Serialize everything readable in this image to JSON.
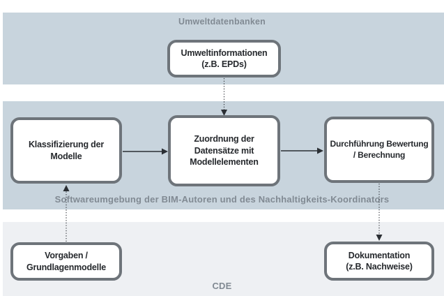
{
  "colors": {
    "band_blue": "#c8d4dd",
    "band_gray": "#eef0f3",
    "box_border": "#6e747a",
    "box_text": "#26292d",
    "band_label": "#818a93",
    "arrow": "#2b2f34"
  },
  "bands": [
    {
      "id": "umweltdatenbanken",
      "label": "Umweltdatenbanken"
    },
    {
      "id": "software",
      "label": "Softwareumgebung der BIM-Autoren und des Nachhaltigkeits-Koordinators"
    },
    {
      "id": "cde",
      "label": "CDE"
    }
  ],
  "boxes": [
    {
      "id": "umweltinformationen",
      "label": "Umweltinformationen\n(z.B. EPDs)"
    },
    {
      "id": "klassifizierung",
      "label": "Klassifizierung der\nModelle"
    },
    {
      "id": "zuordnung",
      "label": "Zuordnung der\nDatensätze mit\nModellelementen"
    },
    {
      "id": "durchfuehrung",
      "label": "Durchführung Bewertung\n/ Berechnung"
    },
    {
      "id": "vorgaben",
      "label": "Vorgaben /\nGrundlagenmodelle"
    },
    {
      "id": "dokumentation",
      "label": "Dokumentation\n(z.B. Nachweise)"
    }
  ],
  "arrows": [
    {
      "from": "umweltinformationen",
      "to": "zuordnung",
      "style": "dotted"
    },
    {
      "from": "klassifizierung",
      "to": "zuordnung",
      "style": "solid"
    },
    {
      "from": "zuordnung",
      "to": "durchfuehrung",
      "style": "solid"
    },
    {
      "from": "vorgaben",
      "to": "klassifizierung",
      "style": "dotted"
    },
    {
      "from": "durchfuehrung",
      "to": "dokumentation",
      "style": "dotted"
    }
  ]
}
